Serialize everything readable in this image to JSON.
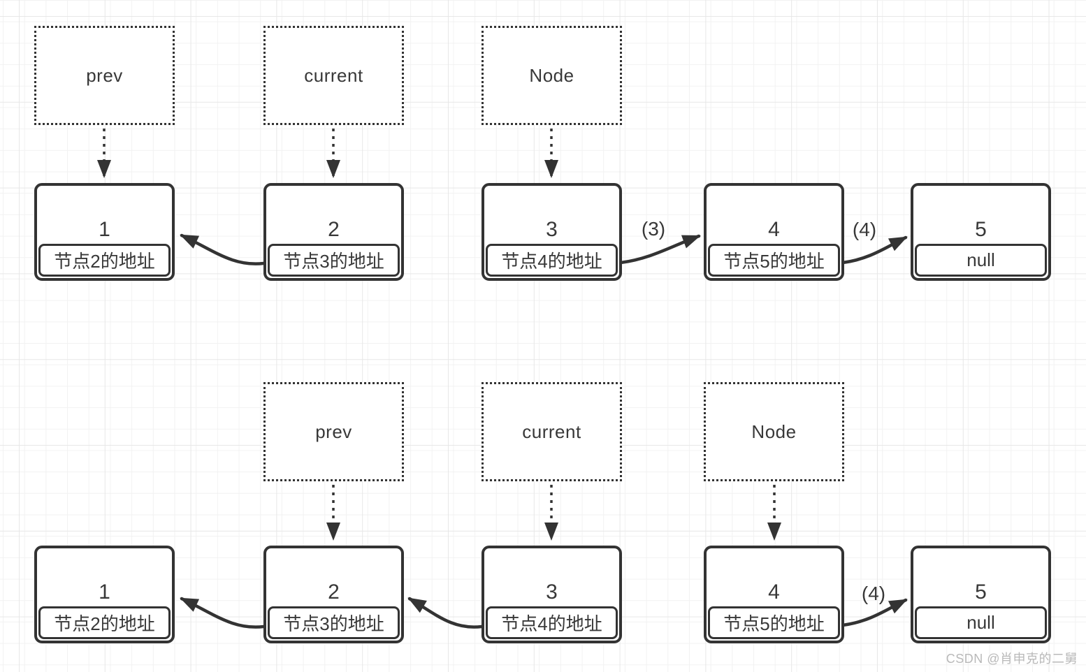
{
  "watermark": "CSDN @肖申克的二舅",
  "colors": {
    "stroke": "#333333",
    "text": "#383838",
    "node_fill": "#ffffff",
    "grid_minor": "#f2f2f2",
    "grid_major": "#e7e7e7",
    "watermark": "#b9b9b9"
  },
  "diagram_top": {
    "pointers": [
      {
        "label": "prev",
        "target_value": "1"
      },
      {
        "label": "current",
        "target_value": "2"
      },
      {
        "label": "Node",
        "target_value": "3"
      }
    ],
    "nodes": [
      {
        "value": "1",
        "next": "节点2的地址"
      },
      {
        "value": "2",
        "next": "节点3的地址"
      },
      {
        "value": "3",
        "next": "节点4的地址"
      },
      {
        "value": "4",
        "next": "节点5的地址"
      },
      {
        "value": "5",
        "next": "null"
      }
    ],
    "edges": [
      {
        "from": "2",
        "to": "1",
        "label": ""
      },
      {
        "from": "3",
        "to": "4",
        "label": "(3)"
      },
      {
        "from": "4",
        "to": "5",
        "label": "(4)"
      }
    ]
  },
  "diagram_bottom": {
    "pointers": [
      {
        "label": "prev",
        "target_value": "2"
      },
      {
        "label": "current",
        "target_value": "3"
      },
      {
        "label": "Node",
        "target_value": "4"
      }
    ],
    "nodes": [
      {
        "value": "1",
        "next": "节点2的地址"
      },
      {
        "value": "2",
        "next": "节点3的地址"
      },
      {
        "value": "3",
        "next": "节点4的地址"
      },
      {
        "value": "4",
        "next": "节点5的地址"
      },
      {
        "value": "5",
        "next": "null"
      }
    ],
    "edges": [
      {
        "from": "2",
        "to": "1",
        "label": ""
      },
      {
        "from": "3",
        "to": "2",
        "label": ""
      },
      {
        "from": "4",
        "to": "5",
        "label": "(4)"
      }
    ]
  }
}
